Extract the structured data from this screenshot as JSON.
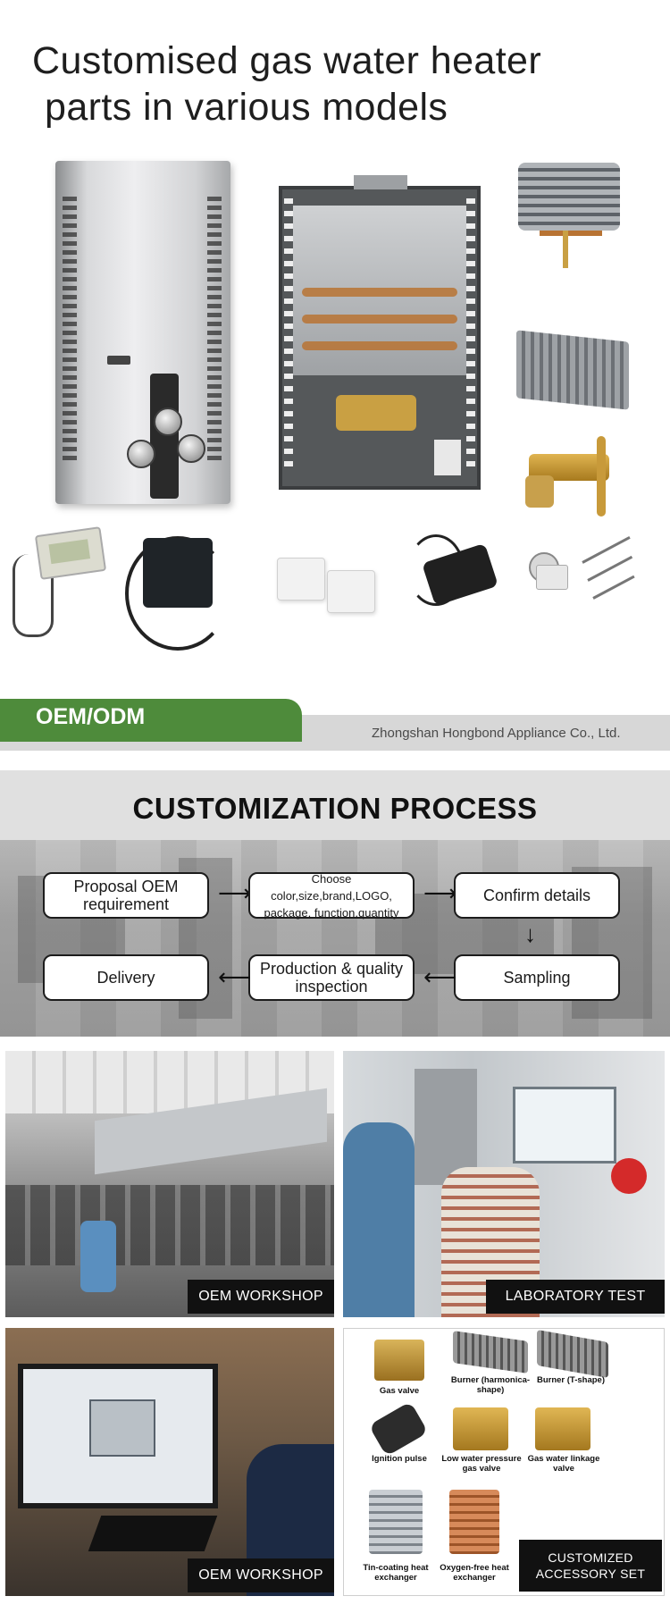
{
  "hero": {
    "title_line1": "Customised gas water heater",
    "title_line2": "parts in various models"
  },
  "banner": {
    "tag": "OEM/ODM",
    "company": "Zhongshan Hongbond Appliance Co., Ltd."
  },
  "process": {
    "title": "CUSTOMIZATION PROCESS",
    "steps": [
      "Proposal OEM requirement",
      "Choose color,size,brand,LOGO, package, function,quantity",
      "Confirm details",
      "Sampling",
      "Production & quality inspection",
      "Delivery"
    ]
  },
  "photos": {
    "workshop1_caption": "OEM WORKSHOP",
    "lab_caption": "LABORATORY TEST",
    "workshop2_caption": "OEM WORKSHOP",
    "accessory_caption": "CUSTOMIZED ACCESSORY SET"
  },
  "accessories": [
    "Gas valve",
    "Burner (harmonica-shape)",
    "Burner (T-shape)",
    "Ignition pulse",
    "Low water pressure gas valve",
    "Gas water linkage valve",
    "Tin-coating heat exchanger",
    "Oxygen-free heat exchanger"
  ],
  "colors": {
    "green": "#4e8b3b",
    "gray_band": "#d7d7d7",
    "caption_bg": "#111111"
  }
}
